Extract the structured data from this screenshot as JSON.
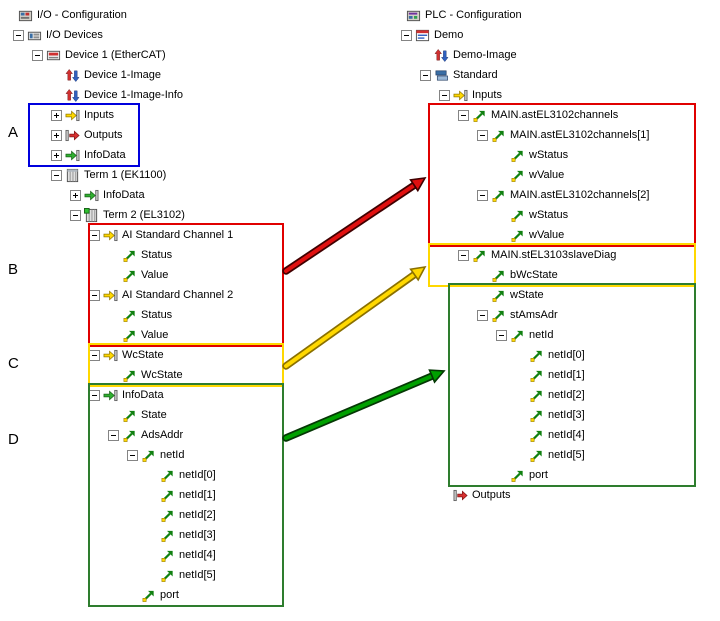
{
  "annotations": {
    "letters": [
      "A",
      "B",
      "C",
      "D"
    ]
  },
  "left_tree": {
    "name": "I/O - Configuration",
    "nodes": [
      {
        "level": 0,
        "label": "I/O - Configuration",
        "icon": "io-config",
        "expander": "none"
      },
      {
        "level": 1,
        "label": "I/O Devices",
        "icon": "io-devices",
        "expander": "minus"
      },
      {
        "level": 2,
        "label": "Device 1 (EtherCAT)",
        "icon": "device-ethercat",
        "expander": "minus"
      },
      {
        "level": 3,
        "label": "Device 1-Image",
        "icon": "image",
        "expander": "none"
      },
      {
        "level": 3,
        "label": "Device 1-Image-Info",
        "icon": "image",
        "expander": "none"
      },
      {
        "level": 3,
        "label": "Inputs",
        "icon": "inputs-group",
        "expander": "plus"
      },
      {
        "level": 3,
        "label": "Outputs",
        "icon": "outputs-group",
        "expander": "plus"
      },
      {
        "level": 3,
        "label": "InfoData",
        "icon": "infodata-group",
        "expander": "plus"
      },
      {
        "level": 3,
        "label": "Term 1 (EK1100)",
        "icon": "term",
        "expander": "minus"
      },
      {
        "level": 4,
        "label": "InfoData",
        "icon": "infodata-group",
        "expander": "plus"
      },
      {
        "level": 4,
        "label": "Term 2 (EL3102)",
        "icon": "term2",
        "expander": "minus"
      },
      {
        "level": 5,
        "label": "AI Standard Channel 1",
        "icon": "inputs-group",
        "expander": "minus"
      },
      {
        "level": 6,
        "label": "Status",
        "icon": "var-in",
        "expander": "none"
      },
      {
        "level": 6,
        "label": "Value",
        "icon": "var-in",
        "expander": "none"
      },
      {
        "level": 5,
        "label": "AI Standard Channel 2",
        "icon": "inputs-group",
        "expander": "minus"
      },
      {
        "level": 6,
        "label": "Status",
        "icon": "var-in",
        "expander": "none"
      },
      {
        "level": 6,
        "label": "Value",
        "icon": "var-in",
        "expander": "none"
      },
      {
        "level": 5,
        "label": "WcState",
        "icon": "inputs-group",
        "expander": "minus"
      },
      {
        "level": 6,
        "label": "WcState",
        "icon": "var-in",
        "expander": "none"
      },
      {
        "level": 5,
        "label": "InfoData",
        "icon": "infodata-group",
        "expander": "minus"
      },
      {
        "level": 6,
        "label": "State",
        "icon": "var-in",
        "expander": "none"
      },
      {
        "level": 6,
        "label": "AdsAddr",
        "icon": "var-in",
        "expander": "minus"
      },
      {
        "level": 7,
        "label": "netId",
        "icon": "var-in",
        "expander": "minus"
      },
      {
        "level": 8,
        "label": "netId[0]",
        "icon": "var-in",
        "expander": "none"
      },
      {
        "level": 8,
        "label": "netId[1]",
        "icon": "var-in",
        "expander": "none"
      },
      {
        "level": 8,
        "label": "netId[2]",
        "icon": "var-in",
        "expander": "none"
      },
      {
        "level": 8,
        "label": "netId[3]",
        "icon": "var-in",
        "expander": "none"
      },
      {
        "level": 8,
        "label": "netId[4]",
        "icon": "var-in",
        "expander": "none"
      },
      {
        "level": 8,
        "label": "netId[5]",
        "icon": "var-in",
        "expander": "none"
      },
      {
        "level": 7,
        "label": "port",
        "icon": "var-in",
        "expander": "none"
      }
    ]
  },
  "right_tree": {
    "name": "PLC - Configuration",
    "nodes": [
      {
        "level": 0,
        "label": "PLC - Configuration",
        "icon": "plc-config",
        "expander": "none"
      },
      {
        "level": 1,
        "label": "Demo",
        "icon": "iec-demo",
        "expander": "minus"
      },
      {
        "level": 2,
        "label": "Demo-Image",
        "icon": "image",
        "expander": "none"
      },
      {
        "level": 2,
        "label": "Standard",
        "icon": "standard",
        "expander": "minus"
      },
      {
        "level": 3,
        "label": "Inputs",
        "icon": "inputs-group",
        "expander": "minus"
      },
      {
        "level": 4,
        "label": "MAIN.astEL3102channels",
        "icon": "var-in",
        "expander": "minus"
      },
      {
        "level": 5,
        "label": "MAIN.astEL3102channels[1]",
        "icon": "var-in",
        "expander": "minus"
      },
      {
        "level": 6,
        "label": "wStatus",
        "icon": "var-in",
        "expander": "none"
      },
      {
        "level": 6,
        "label": "wValue",
        "icon": "var-in",
        "expander": "none"
      },
      {
        "level": 5,
        "label": "MAIN.astEL3102channels[2]",
        "icon": "var-in",
        "expander": "minus"
      },
      {
        "level": 6,
        "label": "wStatus",
        "icon": "var-in",
        "expander": "none"
      },
      {
        "level": 6,
        "label": "wValue",
        "icon": "var-in",
        "expander": "none"
      },
      {
        "level": 4,
        "label": "MAIN.stEL3103slaveDiag",
        "icon": "var-in",
        "expander": "minus"
      },
      {
        "level": 5,
        "label": "bWcState",
        "icon": "var-in",
        "expander": "none"
      },
      {
        "level": 5,
        "label": "wState",
        "icon": "var-in",
        "expander": "none"
      },
      {
        "level": 5,
        "label": "stAmsAdr",
        "icon": "var-in",
        "expander": "minus"
      },
      {
        "level": 6,
        "label": "netId",
        "icon": "var-in",
        "expander": "minus"
      },
      {
        "level": 7,
        "label": "netId[0]",
        "icon": "var-in",
        "expander": "none"
      },
      {
        "level": 7,
        "label": "netId[1]",
        "icon": "var-in",
        "expander": "none"
      },
      {
        "level": 7,
        "label": "netId[2]",
        "icon": "var-in",
        "expander": "none"
      },
      {
        "level": 7,
        "label": "netId[3]",
        "icon": "var-in",
        "expander": "none"
      },
      {
        "level": 7,
        "label": "netId[4]",
        "icon": "var-in",
        "expander": "none"
      },
      {
        "level": 7,
        "label": "netId[5]",
        "icon": "var-in",
        "expander": "none"
      },
      {
        "level": 6,
        "label": "port",
        "icon": "var-in",
        "expander": "none"
      },
      {
        "level": 3,
        "label": "Outputs",
        "icon": "outputs-group",
        "expander": "none"
      }
    ]
  },
  "boxes": [
    {
      "id": "a",
      "tree": "left",
      "color": "#0000dd",
      "from_row": 5,
      "to_row": 7
    },
    {
      "id": "b",
      "tree": "left",
      "color": "#e00000",
      "from_row": 11,
      "to_row": 16
    },
    {
      "id": "c",
      "tree": "left",
      "color": "#ffd800",
      "from_row": 17,
      "to_row": 18
    },
    {
      "id": "d",
      "tree": "left",
      "color": "#2e7d2e",
      "from_row": 19,
      "to_row": 29
    },
    {
      "id": "r-red",
      "tree": "right",
      "color": "#e00000",
      "from_row": 5,
      "to_row": 11
    },
    {
      "id": "r-yellow",
      "tree": "right",
      "color": "#ffd800",
      "from_row": 12,
      "to_row": 13
    },
    {
      "id": "r-green",
      "tree": "right",
      "color": "#2e7d2e",
      "from_row": 14,
      "to_row": 23
    }
  ],
  "arrows": [
    {
      "id": "red",
      "fill": "#e01010",
      "outline": "#400000"
    },
    {
      "id": "yellow",
      "fill": "#ffd800",
      "outline": "#8a7000"
    },
    {
      "id": "green",
      "fill": "#00a000",
      "outline": "#053805"
    }
  ]
}
